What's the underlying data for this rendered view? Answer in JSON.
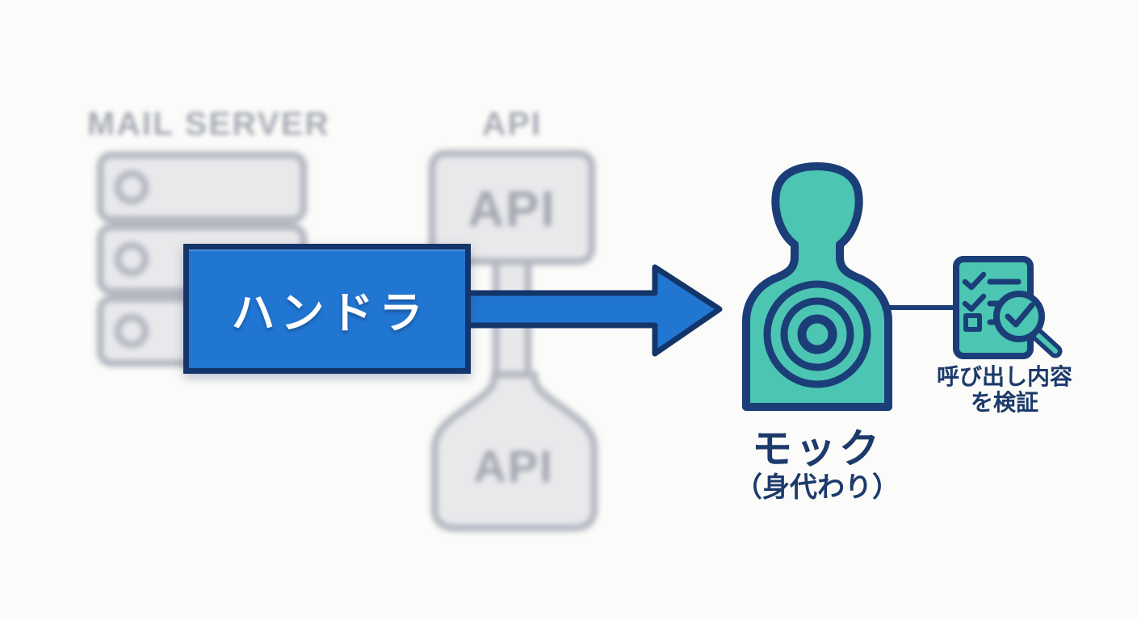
{
  "background": {
    "mail_server_label": "MAIL SERVER",
    "api_label": "API",
    "api_box_text": "API",
    "api_lower_box_text": "API"
  },
  "handler": {
    "label": "ハンドラ"
  },
  "mock": {
    "title": "モック",
    "subtitle": "（身代わり）"
  },
  "verification": {
    "line1": "呼び出し内容",
    "line2": "を検証"
  },
  "colors": {
    "accent_blue": "#2176d2",
    "outline_navy": "#1a3a6e",
    "mock_teal": "#4cc5b2",
    "inactive_gray": "#b4b8c1",
    "background": "#fbfbf9"
  }
}
